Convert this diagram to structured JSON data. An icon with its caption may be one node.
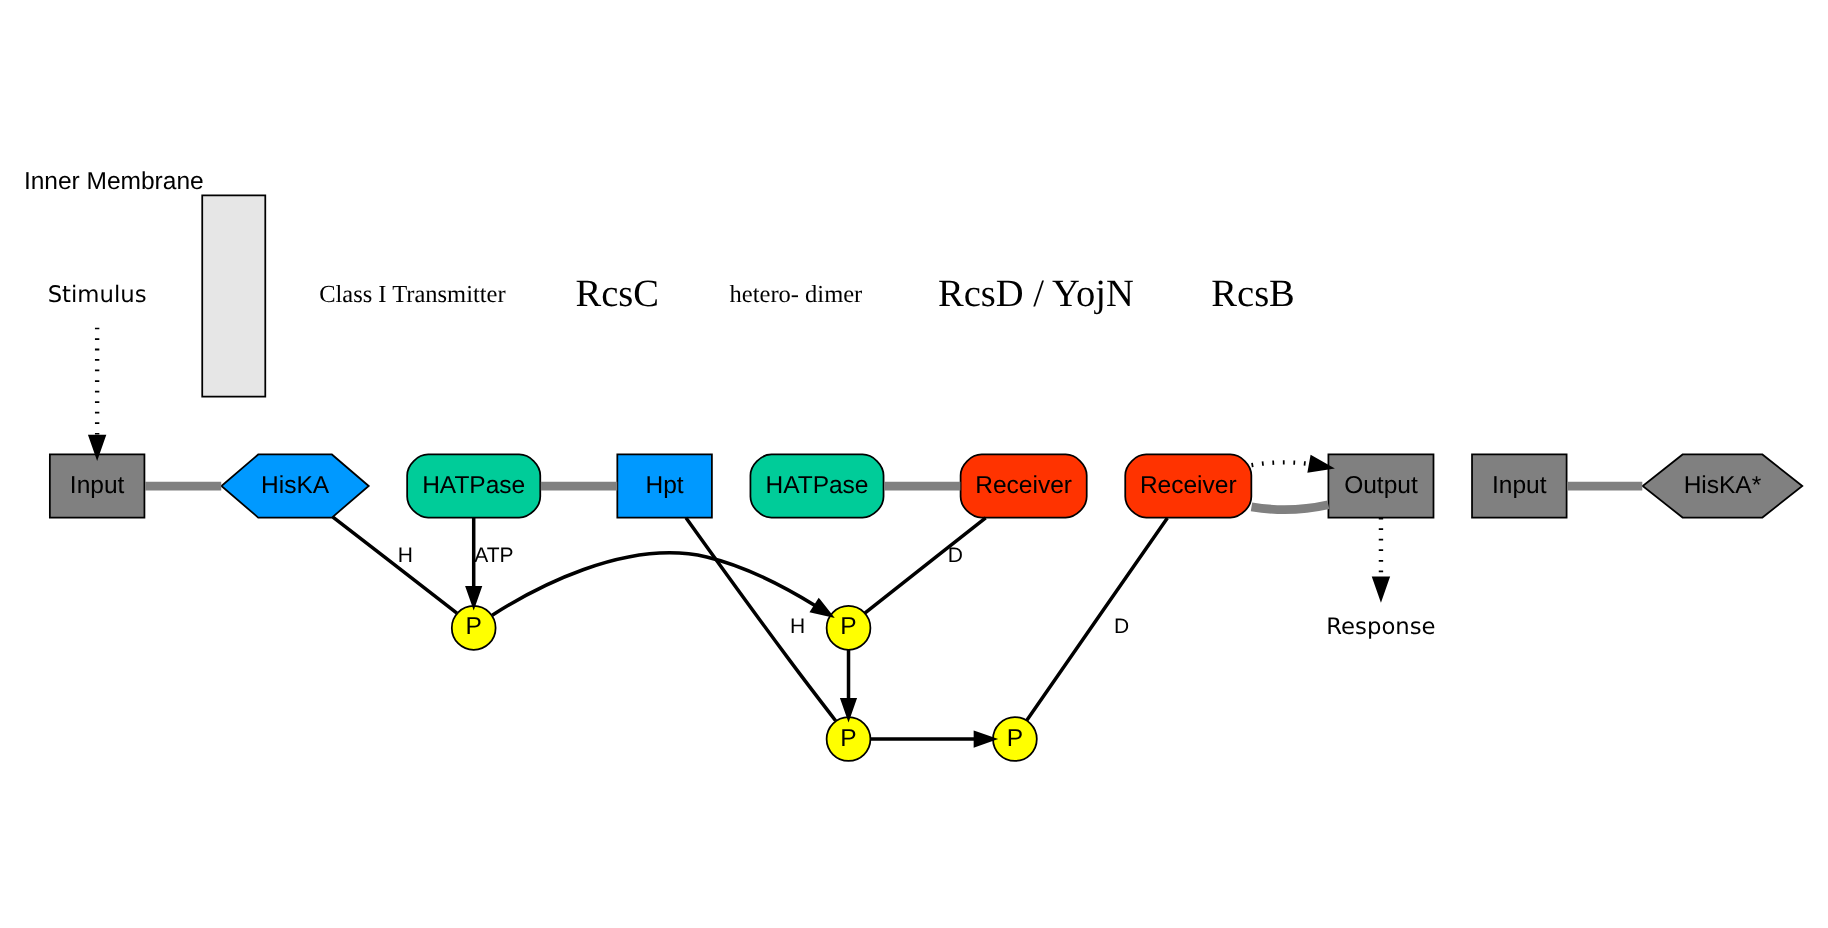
{
  "diagram": {
    "nodes": [
      {
        "text": [
          "Stimulus"
        ]
      },
      {
        "text": [],
        "shape": "bar",
        "beside": [
          "Inner Membrane"
        ]
      },
      {
        "text": [
          "Input"
        ]
      },
      {
        "text": [
          "HisKA"
        ]
      },
      {
        "text": [
          "HATPase"
        ]
      },
      {
        "text": [
          "Receiver"
        ]
      },
      {
        "text": [
          "P"
        ]
      },
      {
        "text": [
          "P"
        ]
      },
      {
        "text": [
          "Input"
        ]
      },
      {
        "text": [
          "HisKA*"
        ]
      },
      {
        "text": [
          "HATPase"
        ]
      },
      {
        "text": [
          "Hpt"
        ]
      },
      {
        "text": [
          "Receiver"
        ]
      },
      {
        "text": [
          "Output"
        ]
      },
      {
        "text": [
          "P"
        ]
      },
      {
        "text": [
          "P"
        ]
      },
      {
        "text": [
          "Response"
        ]
      }
    ],
    "edges": [
      {
        "from": 0,
        "to": 2,
        "arrow": "to",
        "style": "dashed"
      },
      {
        "from": 2,
        "to": 3,
        "arrow": "none",
        "style": "thick",
        "color": "#808080"
      },
      {
        "from": 4,
        "to": 5,
        "arrow": "none",
        "style": "thick",
        "color": "#808080"
      },
      {
        "from": 3,
        "to": 6,
        "arrow": "none",
        "label": "H"
      },
      {
        "from": 5,
        "to": 7,
        "arrow": "none",
        "label": "D"
      },
      {
        "from": 6,
        "to": 7,
        "arrow": "to"
      },
      {
        "from": 10,
        "to": 6,
        "arrow": "to",
        "label": "ATP"
      },
      {
        "from": 7,
        "to": 14,
        "arrow": "to"
      },
      {
        "from": 8,
        "to": 9,
        "arrow": "none",
        "style": "thick",
        "color": "#808080"
      },
      {
        "from": 10,
        "to": 11,
        "arrow": "none",
        "style": "thick",
        "color": "#808080"
      },
      {
        "from": 11,
        "to": 14,
        "arrow": "none",
        "label": "H"
      },
      {
        "from": 14,
        "to": 15,
        "arrow": "to"
      },
      {
        "from": 12,
        "to": 13,
        "arrow": "none",
        "style": "thick",
        "color": "#808080"
      },
      {
        "from": 12,
        "to": 15,
        "arrow": "none",
        "label": "D"
      },
      {
        "from": 12,
        "to": 13,
        "arrow": "to",
        "style": "dashed"
      },
      {
        "from": 13,
        "to": 16,
        "arrow": "to",
        "style": "dashed"
      }
    ],
    "labels": [
      "Class I Transmitter",
      "RcsC",
      "hetero- dimer",
      "RcsD / YojN",
      "RcsB"
    ]
  }
}
